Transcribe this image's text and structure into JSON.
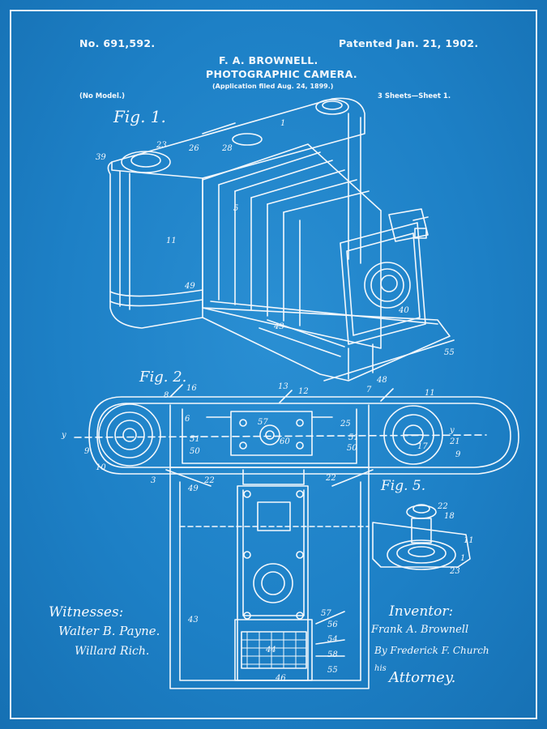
{
  "header": {
    "patent_no": "No. 691,592.",
    "patented": "Patented Jan. 21, 1902.",
    "inventor_name": "F. A. BROWNELL.",
    "title": "PHOTOGRAPHIC CAMERA.",
    "application": "(Application filed Aug. 24, 1899.)",
    "model": "(No Model.)",
    "sheets": "3 Sheets—Sheet 1."
  },
  "figures": {
    "fig1": "Fig. 1.",
    "fig2": "Fig. 2.",
    "fig5": "Fig. 5."
  },
  "signatures": {
    "witnesses_label": "Witnesses:",
    "witness_1": "Walter B. Payne.",
    "witness_2": "Willard Rich.",
    "inventor_label": "Inventor:",
    "inventor_signature": "Frank A. Brownell",
    "attorney_by": "By Frederick F. Church",
    "attorney_his": "his",
    "attorney_label": "Attorney."
  },
  "fig1_labels": [
    "1",
    "23",
    "26",
    "28",
    "39",
    "11",
    "5",
    "40",
    "49",
    "43",
    "55"
  ],
  "fig2_labels": [
    "13",
    "12",
    "16",
    "8",
    "7",
    "48",
    "11",
    "6",
    "57",
    "60",
    "25",
    "9",
    "51",
    "50",
    "10",
    "9",
    "3",
    "22",
    "49",
    "y",
    "y",
    "21",
    "17",
    "50",
    "51",
    "22"
  ],
  "fig5_labels": [
    "22",
    "18",
    "11",
    "1",
    "23"
  ],
  "lower_labels": [
    "43",
    "57",
    "56",
    "54",
    "58",
    "55",
    "44",
    "46"
  ],
  "colors": {
    "background": "#1d80c6",
    "ink": "#f4f8fc"
  }
}
